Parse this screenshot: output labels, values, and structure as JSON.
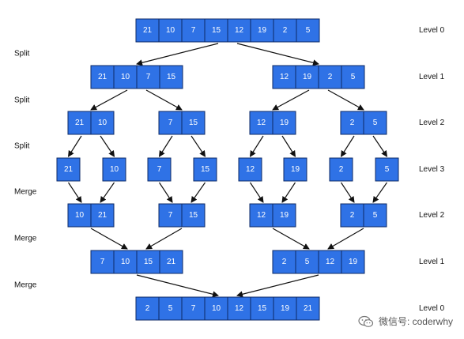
{
  "colors": {
    "cell_fill": "#2f72e6",
    "cell_border": "#0d2a66",
    "arrow": "#111111",
    "text": "#ffffff"
  },
  "stage_labels": [
    "Split",
    "Split",
    "Split",
    "Merge",
    "Merge",
    "Merge"
  ],
  "rows": [
    {
      "level_label": "Level 0",
      "groups": [
        [
          21,
          10,
          7,
          15,
          12,
          19,
          2,
          5
        ]
      ]
    },
    {
      "level_label": "Level 1",
      "groups": [
        [
          21,
          10,
          7,
          15
        ],
        [
          12,
          19,
          2,
          5
        ]
      ]
    },
    {
      "level_label": "Level 2",
      "groups": [
        [
          21,
          10
        ],
        [
          7,
          15
        ],
        [
          12,
          19
        ],
        [
          2,
          5
        ]
      ]
    },
    {
      "level_label": "Level 3",
      "groups": [
        [
          21
        ],
        [
          10
        ],
        [
          7
        ],
        [
          15
        ],
        [
          12
        ],
        [
          19
        ],
        [
          2
        ],
        [
          5
        ]
      ]
    },
    {
      "level_label": "Level 2",
      "groups": [
        [
          10,
          21
        ],
        [
          7,
          15
        ],
        [
          12,
          19
        ],
        [
          2,
          5
        ]
      ]
    },
    {
      "level_label": "Level 1",
      "groups": [
        [
          7,
          10,
          15,
          21
        ],
        [
          2,
          5,
          12,
          19
        ]
      ]
    },
    {
      "level_label": "Level 0",
      "groups": [
        [
          2,
          5,
          7,
          10,
          12,
          15,
          19,
          21
        ]
      ]
    }
  ],
  "watermark": {
    "icon": "wechat-icon",
    "text": "微信号: coderwhy"
  }
}
